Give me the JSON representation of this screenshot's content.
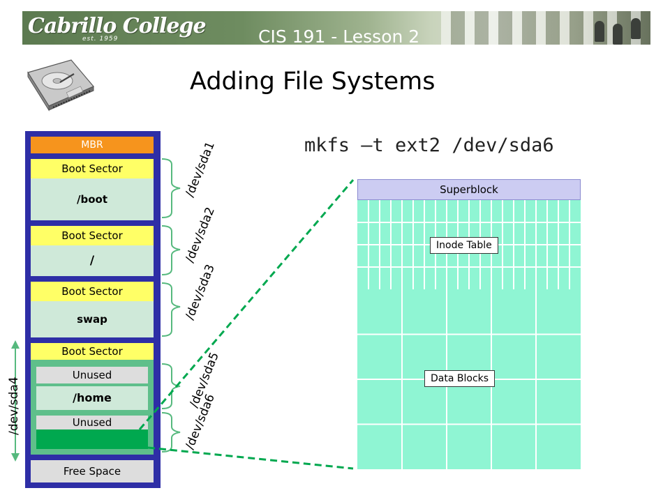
{
  "header": {
    "logo_text": "Cabrillo College",
    "logo_est": "est. 1959",
    "course_title": "CIS 191 - Lesson 2"
  },
  "page_title": "Adding File Systems",
  "command": "mkfs –t ext2 /dev/sda6",
  "disk": {
    "mbr": "MBR",
    "boot_sector_1": "Boot Sector",
    "boot_fs": "/boot",
    "boot_sector_2": "Boot Sector",
    "root_fs": "/",
    "boot_sector_3": "Boot Sector",
    "swap_fs": "swap",
    "boot_sector_4": "Boot Sector",
    "unused_1": "Unused",
    "home_fs": "/home",
    "unused_2": "Unused",
    "free_space": "Free Space"
  },
  "partitions": {
    "sda1": "/dev/sda1",
    "sda2": "/dev/sda2",
    "sda3": "/dev/sda3",
    "sda4": "/dev/sda4",
    "sda5": "/dev/sda5",
    "sda6": "/dev/sda6"
  },
  "filesystem": {
    "superblock": "Superblock",
    "inode_table": "Inode Table",
    "data_blocks": "Data Blocks"
  },
  "colors": {
    "disk_border": "#2e2ea6",
    "mbr": "#f6941d",
    "boot_sector": "#ffff66",
    "filesystem": "#cfe9d9",
    "extended_partition": "#5fbf8b",
    "new_partition": "#00a84f",
    "superblock": "#ccccf2",
    "inode_data": "#8ff5d3",
    "mapping_line": "#00a84f"
  }
}
